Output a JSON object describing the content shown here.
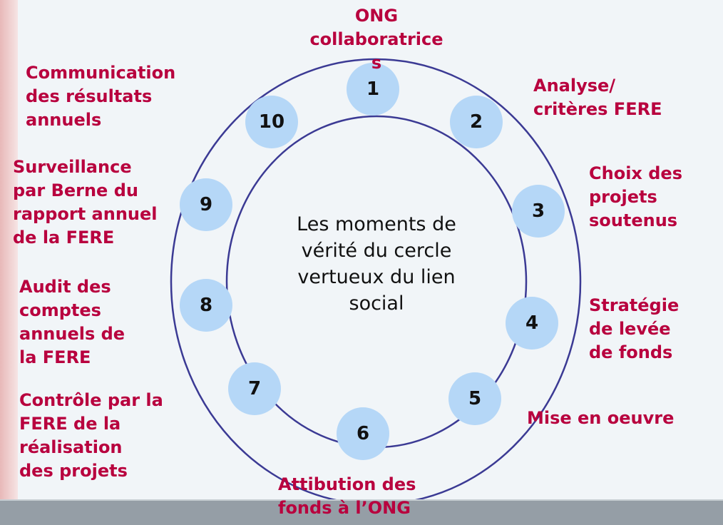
{
  "center_text": "Les moments de vérité du cercle vertueux du lien social",
  "colors": {
    "label": "#b8003e",
    "ring": "#3b3a94",
    "node": "#b5d7f7"
  },
  "steps": [
    {
      "number": "1",
      "label": "ONG\ncollaboratrice\ns"
    },
    {
      "number": "2",
      "label": "Analyse/\ncritères FERE"
    },
    {
      "number": "3",
      "label": "Choix des\nprojets\nsoutenus"
    },
    {
      "number": "4",
      "label": "Stratégie\nde levée\nde fonds"
    },
    {
      "number": "5",
      "label": "Mise en oeuvre"
    },
    {
      "number": "6",
      "label": "Attibution des\nfonds à l’ONG"
    },
    {
      "number": "7",
      "label": "Contrôle par la\nFERE de la\nréalisation\ndes projets"
    },
    {
      "number": "8",
      "label": "Audit des\ncomptes\nannuels de\nla FERE"
    },
    {
      "number": "9",
      "label": "Surveillance\npar Berne du\nrapport annuel\nde la FERE"
    },
    {
      "number": "10",
      "label": "Communication\ndes résultats\nannuels"
    }
  ]
}
